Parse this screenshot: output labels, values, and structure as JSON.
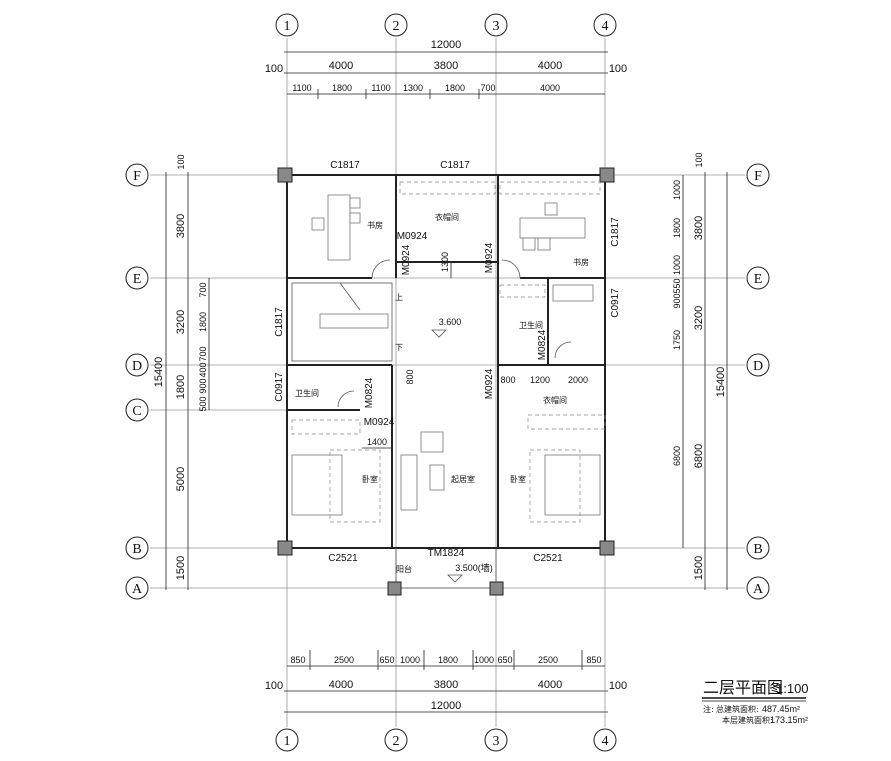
{
  "axes": {
    "vertical": [
      "1",
      "2",
      "3",
      "4"
    ],
    "horizontal": [
      "F",
      "E",
      "D",
      "C",
      "B",
      "A"
    ]
  },
  "top_dims": {
    "total": "12000",
    "edge_left": "100",
    "edge_right": "100",
    "main": [
      "4000",
      "3800",
      "4000"
    ],
    "sub": [
      "1100",
      "1800",
      "1100",
      "1300",
      "1800",
      "700",
      "4000"
    ]
  },
  "bottom_dims": {
    "total": "12000",
    "edge_left": "100",
    "edge_right": "100",
    "main": [
      "4000",
      "3800",
      "4000"
    ],
    "sub": [
      "850",
      "2500",
      "650",
      "1000",
      "1800",
      "1000",
      "650",
      "2500",
      "850"
    ]
  },
  "left_dims": {
    "total": "15400",
    "edge": "100",
    "main": [
      "3800",
      "3200",
      "1800",
      "5000",
      "1500"
    ],
    "sub": [
      "700",
      "1800",
      "700",
      "400",
      "900",
      "500"
    ]
  },
  "right_dims": {
    "total": "15400",
    "edge": "100",
    "main": [
      "3800",
      "3200",
      "6800",
      "1500"
    ],
    "sub": [
      "1000",
      "1800",
      "1000",
      "550",
      "900",
      "1750",
      "6800"
    ]
  },
  "rooms": {
    "study_left": "书房",
    "closet_top": "衣帽间",
    "study_right": "书房",
    "bath_right": "卫生间",
    "bath_left": "卫生间",
    "closet_right": "衣帽间",
    "bedroom_left": "卧室",
    "bedroom_right": "卧室",
    "living": "起居室",
    "balcony": "阳台"
  },
  "levels": {
    "floor": "3.600",
    "balcony": "3.500(墙)"
  },
  "stairs": {
    "up": "上",
    "down": "下"
  },
  "openings": {
    "c1817_top_left": "C1817",
    "c1817_top_mid": "C1817",
    "c1817_right": "C1817",
    "c1817_left": "C1817",
    "c0917_right": "C0917",
    "c0917_left": "C0917",
    "m0924_closet": "M0924",
    "m0924_study_left": "M0924",
    "m0924_study_right": "M0924",
    "m0824_right": "M0824",
    "m0824_left": "M0824",
    "m0924_bed_left": "M0924",
    "m0924_bed_right": "M0924",
    "tm1824": "TM1824",
    "c2521_left": "C2521",
    "c2521_right": "C2521"
  },
  "inner_dims": {
    "d1300": "1300",
    "d800_left": "800",
    "d800_right": "800",
    "d1200": "1200",
    "d2000": "2000",
    "d1400": "1400"
  },
  "title": {
    "name": "二层平面图",
    "scale": "1:100"
  },
  "notes": {
    "prefix": "注:",
    "total_area_label": "总建筑面积:",
    "total_area": "487.45m²",
    "floor_area_label": "本层建筑面积:",
    "floor_area": "173.15m²"
  }
}
